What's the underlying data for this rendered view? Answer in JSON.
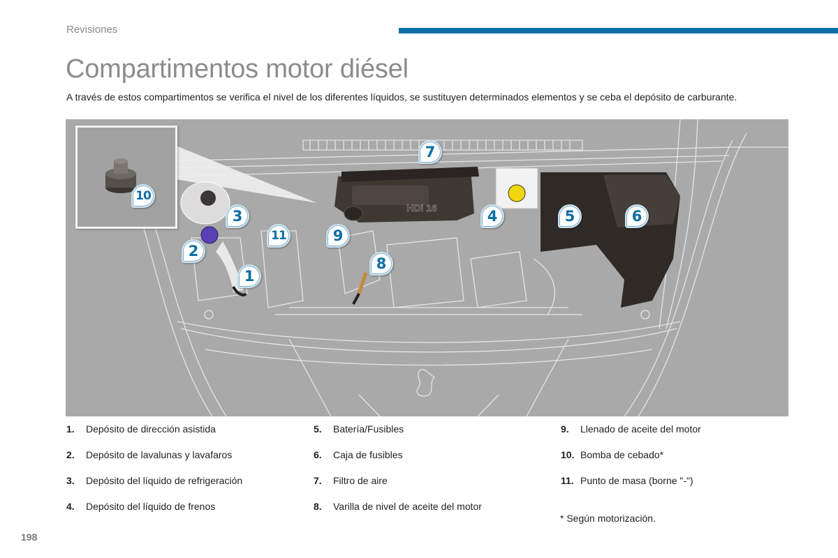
{
  "header": {
    "section": "Revisiones",
    "accent_color": "#0b6fa3"
  },
  "title": "Compartimentos motor diésel",
  "intro": "A través de estos compartimentos se verifica el nivel de los diferentes líquidos, se sustituyen determinados elementos y se ceba el depósito de carburante.",
  "illustration": {
    "engine_cover_text": "HDi 16",
    "callouts": [
      "1",
      "2",
      "3",
      "4",
      "5",
      "6",
      "7",
      "8",
      "9",
      "10",
      "11"
    ]
  },
  "legend": {
    "columns": [
      [
        {
          "num": "1.",
          "text": "Depósito de dirección asistida"
        },
        {
          "num": "2.",
          "text": "Depósito de lavalunas y lavafaros"
        },
        {
          "num": "3.",
          "text": "Depósito del líquido de refrigeración"
        },
        {
          "num": "4.",
          "text": "Depósito del líquido de frenos"
        }
      ],
      [
        {
          "num": "5.",
          "text": "Batería/Fusibles"
        },
        {
          "num": "6.",
          "text": "Caja de fusibles"
        },
        {
          "num": "7.",
          "text": "Filtro de aire"
        },
        {
          "num": "8.",
          "text": "Varilla de nivel de aceite del motor"
        }
      ],
      [
        {
          "num": "9.",
          "text": "Llenado de aceite del motor"
        },
        {
          "num": "10.",
          "text": "Bomba de cebado*"
        },
        {
          "num": "11.",
          "text": "Punto de masa (borne \"-\")"
        }
      ]
    ],
    "footnote": "* Según motorización."
  },
  "page_number": "198"
}
